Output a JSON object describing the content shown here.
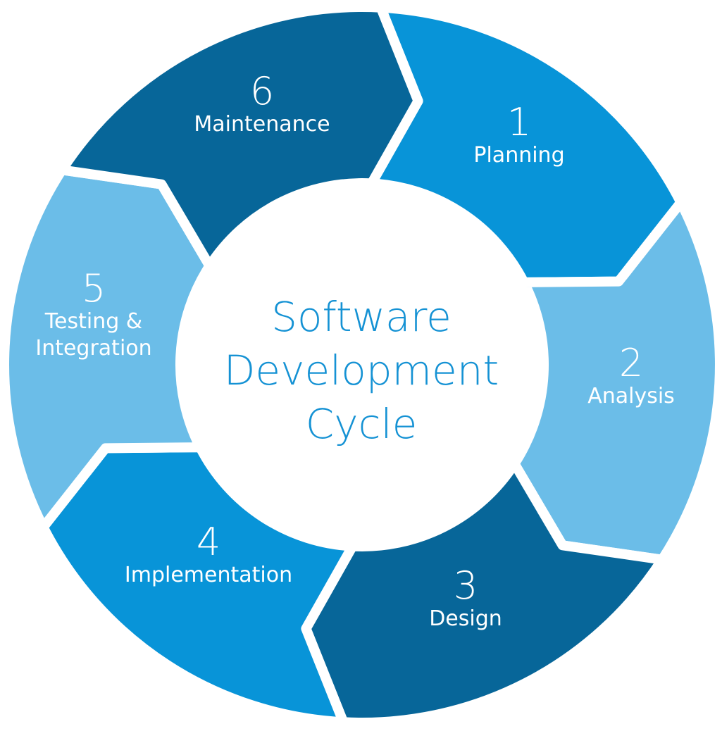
{
  "title": [
    "Software",
    "Development",
    "Cycle"
  ],
  "colors": {
    "dark": "#076699",
    "mid": "#0894d8",
    "light": "#6bbde8",
    "center_text": "#1592d4"
  },
  "stages": [
    {
      "number": "1",
      "label": "Planning",
      "color": "#0894d8"
    },
    {
      "number": "2",
      "label": "Analysis",
      "color": "#6bbde8"
    },
    {
      "number": "3",
      "label": "Design",
      "color": "#076699"
    },
    {
      "number": "4",
      "label": "Implementation",
      "color": "#0894d8"
    },
    {
      "number": "5",
      "label": "Testing &",
      "label2": "Integration",
      "color": "#6bbde8"
    },
    {
      "number": "6",
      "label": "Maintenance",
      "color": "#076699"
    }
  ]
}
